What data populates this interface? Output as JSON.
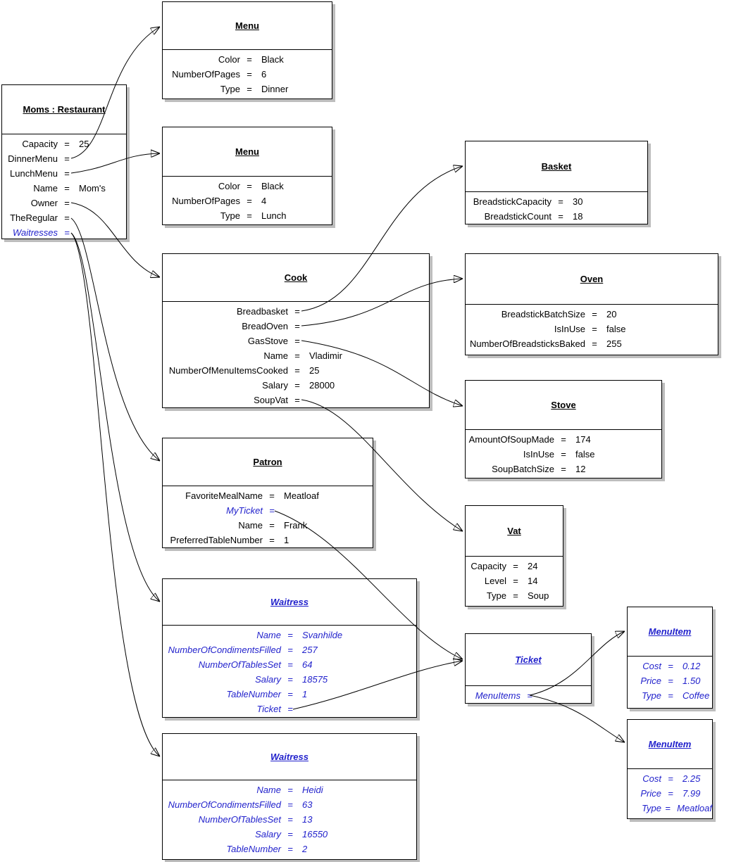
{
  "glyphs": {
    "equals": "="
  },
  "colors": {
    "link_blue": "#2222cc",
    "box_border": "#000000",
    "box_shadow": "#bdbdbd"
  },
  "boxes": {
    "restaurant": {
      "title": "Moms : Restaurant",
      "attrs": [
        {
          "name": "Capacity",
          "value": "25"
        },
        {
          "name": "DinnerMenu",
          "value": ""
        },
        {
          "name": "LunchMenu",
          "value": ""
        },
        {
          "name": "Name",
          "value": "Mom's"
        },
        {
          "name": "Owner",
          "value": ""
        },
        {
          "name": "TheRegular",
          "value": ""
        },
        {
          "name": "Waitresses",
          "value": ""
        }
      ]
    },
    "menu_dinner": {
      "title": "Menu",
      "attrs": [
        {
          "name": "Color",
          "value": "Black"
        },
        {
          "name": "NumberOfPages",
          "value": "6"
        },
        {
          "name": "Type",
          "value": "Dinner"
        }
      ]
    },
    "menu_lunch": {
      "title": "Menu",
      "attrs": [
        {
          "name": "Color",
          "value": "Black"
        },
        {
          "name": "NumberOfPages",
          "value": "4"
        },
        {
          "name": "Type",
          "value": "Lunch"
        }
      ]
    },
    "basket": {
      "title": "Basket",
      "attrs": [
        {
          "name": "BreadstickCapacity",
          "value": "30"
        },
        {
          "name": "BreadstickCount",
          "value": "18"
        }
      ]
    },
    "cook": {
      "title": "Cook",
      "attrs": [
        {
          "name": "Breadbasket",
          "value": ""
        },
        {
          "name": "BreadOven",
          "value": ""
        },
        {
          "name": "GasStove",
          "value": ""
        },
        {
          "name": "Name",
          "value": "Vladimir"
        },
        {
          "name": "NumberOfMenuItemsCooked",
          "value": "25"
        },
        {
          "name": "Salary",
          "value": "28000"
        },
        {
          "name": "SoupVat",
          "value": ""
        }
      ]
    },
    "oven": {
      "title": "Oven",
      "attrs": [
        {
          "name": "BreadstickBatchSize",
          "value": "20"
        },
        {
          "name": "IsInUse",
          "value": "false"
        },
        {
          "name": "NumberOfBreadsticksBaked",
          "value": "255"
        }
      ]
    },
    "stove": {
      "title": "Stove",
      "attrs": [
        {
          "name": "AmountOfSoupMade",
          "value": "174"
        },
        {
          "name": "IsInUse",
          "value": "false"
        },
        {
          "name": "SoupBatchSize",
          "value": "12"
        }
      ]
    },
    "patron": {
      "title": "Patron",
      "attrs": [
        {
          "name": "FavoriteMealName",
          "value": "Meatloaf"
        },
        {
          "name": "MyTicket",
          "value": ""
        },
        {
          "name": "Name",
          "value": "Frank"
        },
        {
          "name": "PreferredTableNumber",
          "value": "1"
        }
      ]
    },
    "vat": {
      "title": "Vat",
      "attrs": [
        {
          "name": "Capacity",
          "value": "24"
        },
        {
          "name": "Level",
          "value": "14"
        },
        {
          "name": "Type",
          "value": "Soup"
        }
      ]
    },
    "waitress_1": {
      "title": "Waitress",
      "attrs": [
        {
          "name": "Name",
          "value": "Svanhilde"
        },
        {
          "name": "NumberOfCondimentsFilled",
          "value": "257"
        },
        {
          "name": "NumberOfTablesSet",
          "value": "64"
        },
        {
          "name": "Salary",
          "value": "18575"
        },
        {
          "name": "TableNumber",
          "value": "1"
        },
        {
          "name": "Ticket",
          "value": ""
        }
      ]
    },
    "ticket": {
      "title": "Ticket",
      "attrs": [
        {
          "name": "MenuItems",
          "value": ""
        }
      ]
    },
    "menuitem_coffee": {
      "title": "MenuItem",
      "attrs": [
        {
          "name": "Cost",
          "value": "0.12"
        },
        {
          "name": "Price",
          "value": "1.50"
        },
        {
          "name": "Type",
          "value": "Coffee"
        }
      ]
    },
    "menuitem_meatloaf": {
      "title": "MenuItem",
      "attrs": [
        {
          "name": "Cost",
          "value": "2.25"
        },
        {
          "name": "Price",
          "value": "7.99"
        },
        {
          "name": "Type",
          "value": "Meatloaf"
        }
      ]
    },
    "waitress_2": {
      "title": "Waitress",
      "attrs": [
        {
          "name": "Name",
          "value": "Heidi"
        },
        {
          "name": "NumberOfCondimentsFilled",
          "value": "63"
        },
        {
          "name": "NumberOfTablesSet",
          "value": "13"
        },
        {
          "name": "Salary",
          "value": "16550"
        },
        {
          "name": "TableNumber",
          "value": "2"
        }
      ]
    }
  },
  "connections": [
    {
      "from": "restaurant.DinnerMenu",
      "to": "menu_dinner"
    },
    {
      "from": "restaurant.LunchMenu",
      "to": "menu_lunch"
    },
    {
      "from": "restaurant.Owner",
      "to": "cook"
    },
    {
      "from": "restaurant.TheRegular",
      "to": "patron"
    },
    {
      "from": "restaurant.Waitresses",
      "to": "waitress_1"
    },
    {
      "from": "restaurant.Waitresses",
      "to": "waitress_2"
    },
    {
      "from": "cook.Breadbasket",
      "to": "basket"
    },
    {
      "from": "cook.BreadOven",
      "to": "oven"
    },
    {
      "from": "cook.GasStove",
      "to": "stove"
    },
    {
      "from": "cook.SoupVat",
      "to": "vat"
    },
    {
      "from": "patron.MyTicket",
      "to": "ticket"
    },
    {
      "from": "waitress_1.Ticket",
      "to": "ticket"
    },
    {
      "from": "ticket.MenuItems",
      "to": "menuitem_coffee"
    },
    {
      "from": "ticket.MenuItems",
      "to": "menuitem_meatloaf"
    }
  ]
}
